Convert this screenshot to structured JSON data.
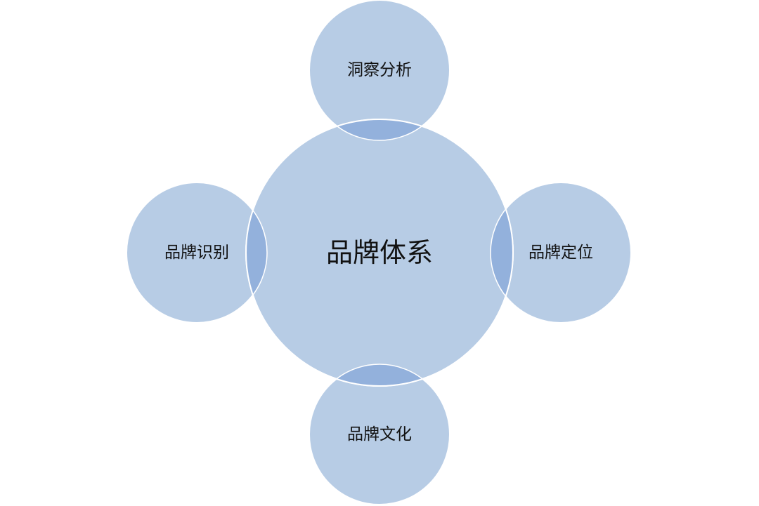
{
  "diagram": {
    "center": {
      "label": "品牌体系"
    },
    "satellites": [
      {
        "id": "top",
        "label": "洞察分析"
      },
      {
        "id": "right",
        "label": "品牌定位"
      },
      {
        "id": "bottom",
        "label": "品牌文化"
      },
      {
        "id": "left",
        "label": "品牌识别"
      }
    ]
  },
  "colors": {
    "circle_fill": "#b7cce5",
    "overlap_fill": "#93b1dc",
    "circle_stroke": "#ffffff",
    "label_text": "#111111"
  }
}
